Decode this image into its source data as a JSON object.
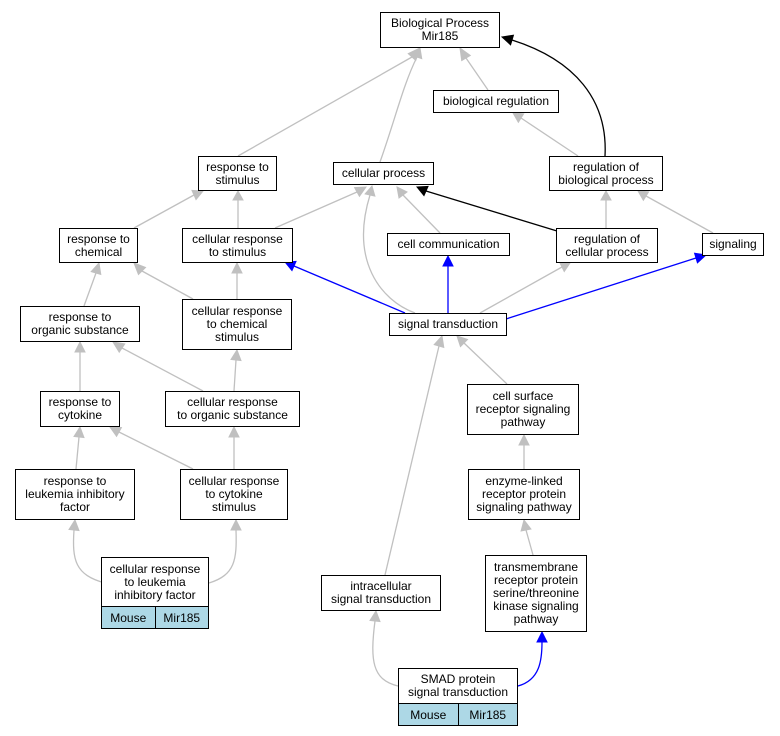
{
  "nodes": {
    "bp": "Biological Process\nMir185",
    "bioreg": "biological regulation",
    "resp_stim": "response to\nstimulus",
    "cell_proc": "cellular process",
    "reg_bp": "regulation of\nbiological process",
    "resp_chem": "response to\nchemical",
    "cell_resp_stim": "cellular response\nto stimulus",
    "cell_comm": "cell communication",
    "reg_cp": "regulation of\ncellular process",
    "signaling": "signaling",
    "resp_org": "response to\norganic substance",
    "cell_resp_chem": "cellular response\nto chemical\nstimulus",
    "sig_trans": "signal transduction",
    "resp_cyt": "response to\ncytokine",
    "cell_resp_org": "cellular response\nto organic substance",
    "csr": "cell surface\nreceptor signaling\npathway",
    "resp_lif": "response to\nleukemia inhibitory\nfactor",
    "cell_resp_cyt": "cellular response\nto cytokine\nstimulus",
    "enzyme": "enzyme-linked\nreceptor protein\nsignaling pathway",
    "cell_resp_lif": "cellular response\nto leukemia\ninhibitory factor",
    "intra": "intracellular\nsignal transduction",
    "tmr": "transmembrane\nreceptor protein\nserine/threonine\nkinase signaling\npathway",
    "smad": "SMAD protein\nsignal transduction"
  },
  "tags": {
    "cell_resp_lif": [
      "Mouse",
      "Mir185"
    ],
    "smad": [
      "Mouse",
      "Mir185"
    ]
  },
  "colors": {
    "is_a": "#c0c0c0",
    "regulates": "#000000",
    "part_of": "#0000ff",
    "annotation": "#add8e6"
  }
}
